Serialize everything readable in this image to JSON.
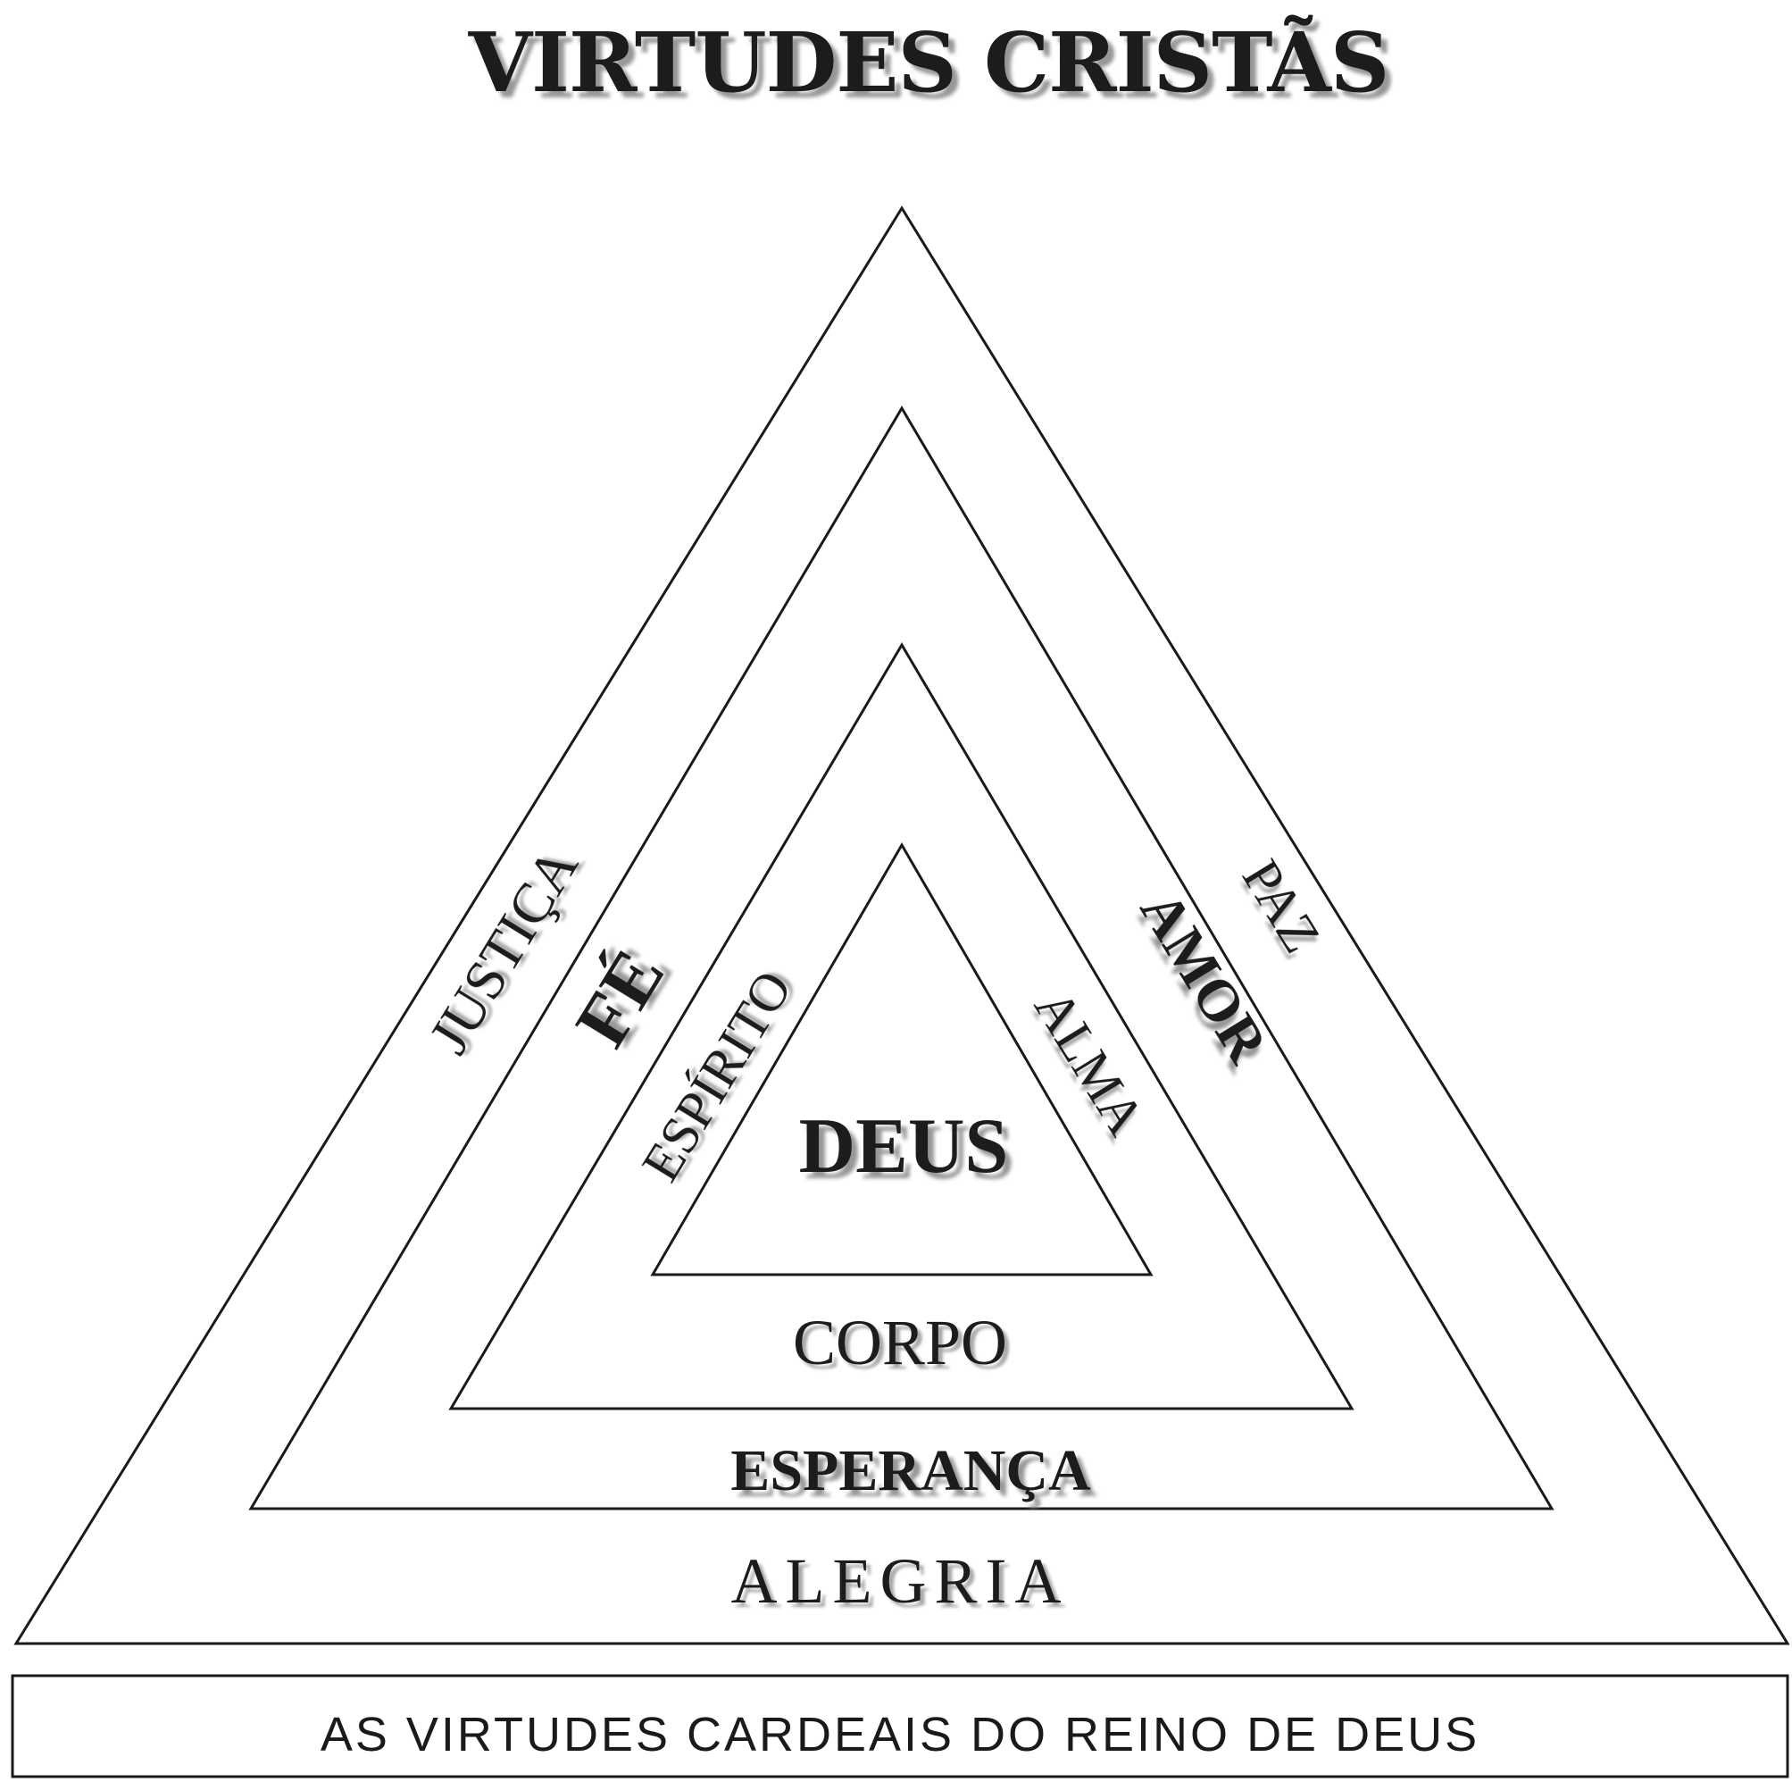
{
  "title": "VIRTUDES CRISTÃS",
  "footer": "AS VIRTUDES CARDEAIS DO REINO DE DEUS",
  "layers": {
    "outer": {
      "left": "JUSTIÇA",
      "right": "PAZ",
      "bottom": "ALEGRIA"
    },
    "second": {
      "left": "FÉ",
      "right": "AMOR",
      "bottom": "ESPERANÇA"
    },
    "third": {
      "left": "ESPÍRITO",
      "right": "ALMA",
      "bottom": "CORPO"
    },
    "center": "DEUS"
  },
  "colors": {
    "ink": "#1a1a1a",
    "shadow": "#9a9a9a"
  }
}
